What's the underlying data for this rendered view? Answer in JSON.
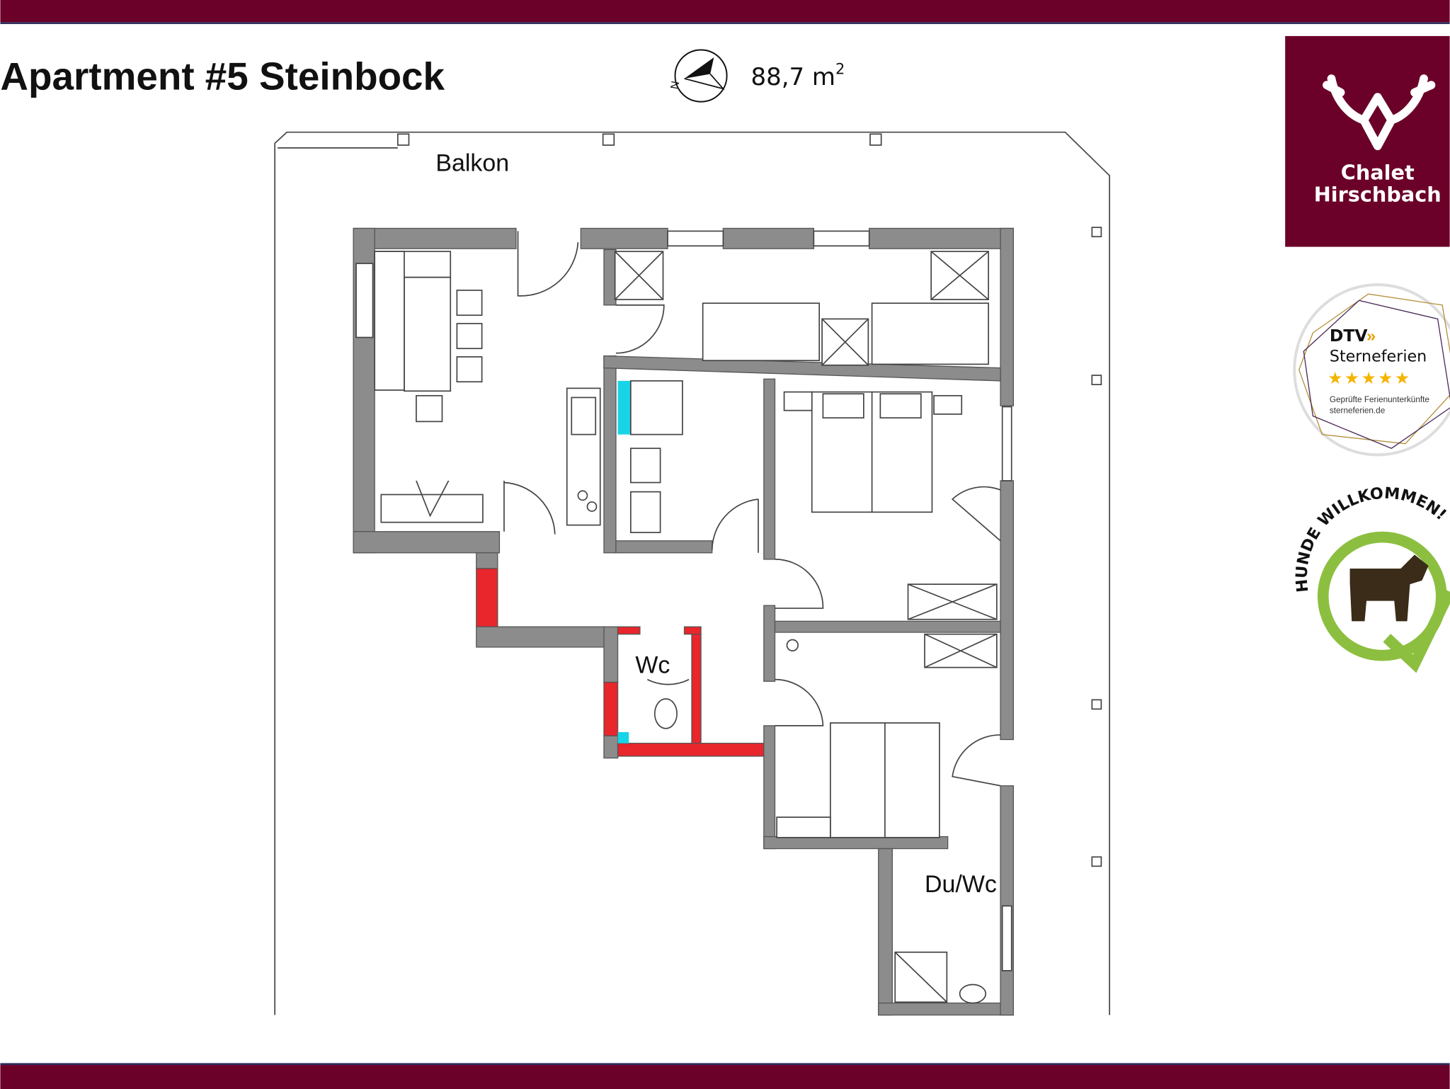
{
  "header": {
    "title": "Apartment #5 Steinbock",
    "area": "88,7 m",
    "area_unit_exponent": "2",
    "compass_label": "N"
  },
  "floorplan": {
    "rooms": {
      "balcony": "Balkon",
      "wc": "Wc",
      "shower_wc": "Du/Wc"
    }
  },
  "brand": {
    "logo_line1": "Chalet",
    "logo_line2": "Hirschbach",
    "color": "#6b0028"
  },
  "badges": {
    "dtv": {
      "line1": "DTV",
      "line2": "Sterneferien",
      "stars": 5,
      "caption1": "Geprüfte Ferienunterkünfte",
      "caption2": "sterneferien.de"
    },
    "dogs": {
      "text": "HUNDE WILLKOMMEN!"
    }
  }
}
